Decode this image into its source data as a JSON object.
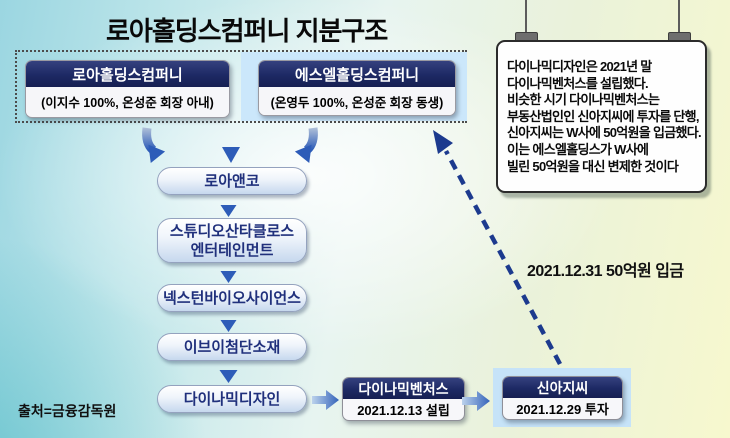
{
  "title": "로아홀딩스컴퍼니 지분구조",
  "source": "출처=금융감독원",
  "shareholders": {
    "left": {
      "name": "로아홀딩스컴퍼니",
      "detail": "(이지수 100%, 온성준 회장 아내)"
    },
    "right": {
      "name": "에스엘홀딩스컴퍼니",
      "detail": "(온영두 100%, 온성준 회장 동생)"
    }
  },
  "chain": {
    "items": [
      {
        "label": "로아앤코"
      },
      {
        "label": "스튜디오산타클로스\n엔터테인먼트"
      },
      {
        "label": "넥스턴바이오사이언스"
      },
      {
        "label": "이브이첨단소재"
      },
      {
        "label": "다이나믹디자인"
      }
    ]
  },
  "bottom_flow": {
    "dynamic_ventures": {
      "name": "다이나믹벤처스",
      "detail": "2021.12.13 설립"
    },
    "shinagc": {
      "name": "신아지씨",
      "detail": "2021.12.29 투자"
    }
  },
  "deposit_label": "2021.12.31 50억원 입금",
  "note": {
    "lines": [
      "다이나믹디자인은 2021년 말",
      "다이나믹벤처스를 설립했다.",
      "비슷한 시기 다이나믹벤처스는",
      "부동산법인인 신아지씨에 투자를 단행,",
      "신아지씨는 W사에 50억원을 입금했다.",
      "이는 에스엘홀딩스가 W사에",
      "빌린 50억원을 대신 변제한 것이다"
    ]
  },
  "colors": {
    "navy_header": "#1d2964",
    "chain_text": "#20307c",
    "highlight_blue": "#cbe7fb",
    "arrow_blue": "#3463ba",
    "dashed_arrow_navy": "#1c3a8e"
  }
}
